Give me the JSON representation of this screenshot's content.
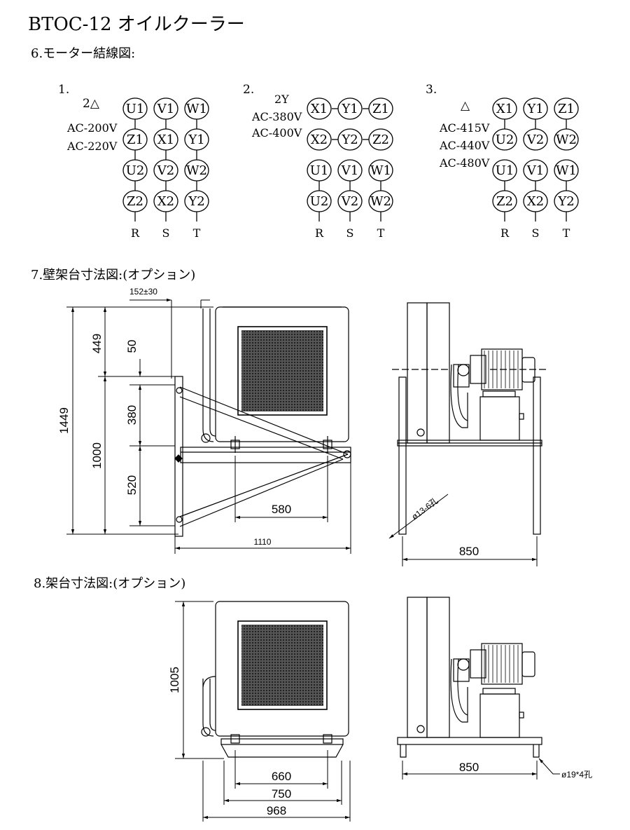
{
  "title": "BTOC-12 オイルクーラー",
  "section6": {
    "label": "6.モーター結線図:",
    "d1": {
      "num": "1.",
      "symbol": "2△",
      "volt1": "AC-200V",
      "volt2": "AC-220V",
      "rows": [
        [
          "U1",
          "V1",
          "W1"
        ],
        [
          "Z1",
          "X1",
          "Y1"
        ],
        [
          "U2",
          "V2",
          "W2"
        ],
        [
          "Z2",
          "X2",
          "Y2"
        ]
      ],
      "terms": [
        "R",
        "S",
        "T"
      ]
    },
    "d2": {
      "num": "2.",
      "symbol": "2Y",
      "volt1": "AC-380V",
      "volt2": "AC-400V",
      "rows": [
        [
          "X1",
          "Y1",
          "Z1"
        ],
        [
          "X2",
          "Y2",
          "Z2"
        ],
        [
          "U1",
          "V1",
          "W1"
        ],
        [
          "U2",
          "V2",
          "W2"
        ]
      ],
      "terms": [
        "R",
        "S",
        "T"
      ]
    },
    "d3": {
      "num": "3.",
      "symbol": "△",
      "volt1": "AC-415V",
      "volt2": "AC-440V",
      "volt3": "AC-480V",
      "rows": [
        [
          "X1",
          "Y1",
          "Z1"
        ],
        [
          "U2",
          "V2",
          "W2"
        ],
        [
          "U1",
          "V1",
          "W1"
        ],
        [
          "Z2",
          "X2",
          "Y2"
        ]
      ],
      "terms": [
        "R",
        "S",
        "T"
      ]
    }
  },
  "section7": {
    "label": "7.壁架台寸法図:(オプション)",
    "dims": {
      "d152": "152±30",
      "d449": "449",
      "d50": "50",
      "d1449": "1449",
      "d380": "380",
      "d1000": "1000",
      "d520": "520",
      "d580": "580",
      "d1110": "1110",
      "d850": "850",
      "hole": "ø13-6孔"
    }
  },
  "section8": {
    "label": "8.架台寸法図:(オプション)",
    "dims": {
      "d1005": "1005",
      "d660": "660",
      "d750": "750",
      "d968": "968",
      "d850": "850",
      "hole": "ø19*4孔"
    }
  }
}
